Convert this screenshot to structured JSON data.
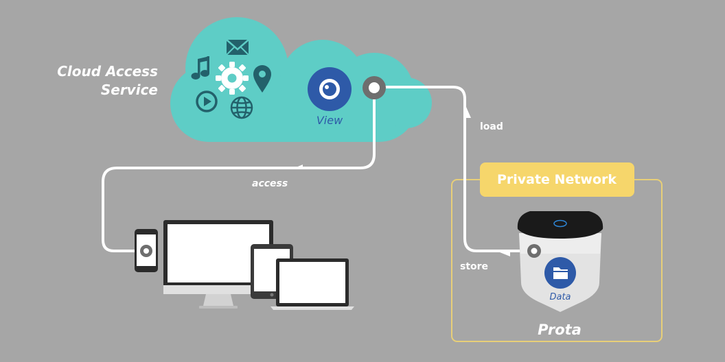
{
  "cloud": {
    "title_line1": "Cloud Access",
    "title_line2": "Service",
    "view_label": "View",
    "icons": [
      "music-note-icon",
      "mail-icon",
      "gear-icon",
      "location-pin-icon",
      "play-icon",
      "globe-icon",
      "eye-icon"
    ]
  },
  "connections": {
    "access_label": "access",
    "load_label": "load",
    "store_label": "store"
  },
  "private_network": {
    "badge_label": "Private Network",
    "device_name": "Prota",
    "data_label": "Data",
    "data_icon": "folder-icon"
  },
  "client_devices": [
    "smartphone",
    "desktop-monitor",
    "tablet",
    "laptop"
  ],
  "colors": {
    "background": "#a6a6a6",
    "cloud": "#5ecdc6",
    "cloud_icons": "#23616b",
    "view_circle": "#2e5aa8",
    "badge": "#f6d66b",
    "badge_text": "#ffffff",
    "network_border": "#e8cf78",
    "connector": "#ffffff"
  }
}
